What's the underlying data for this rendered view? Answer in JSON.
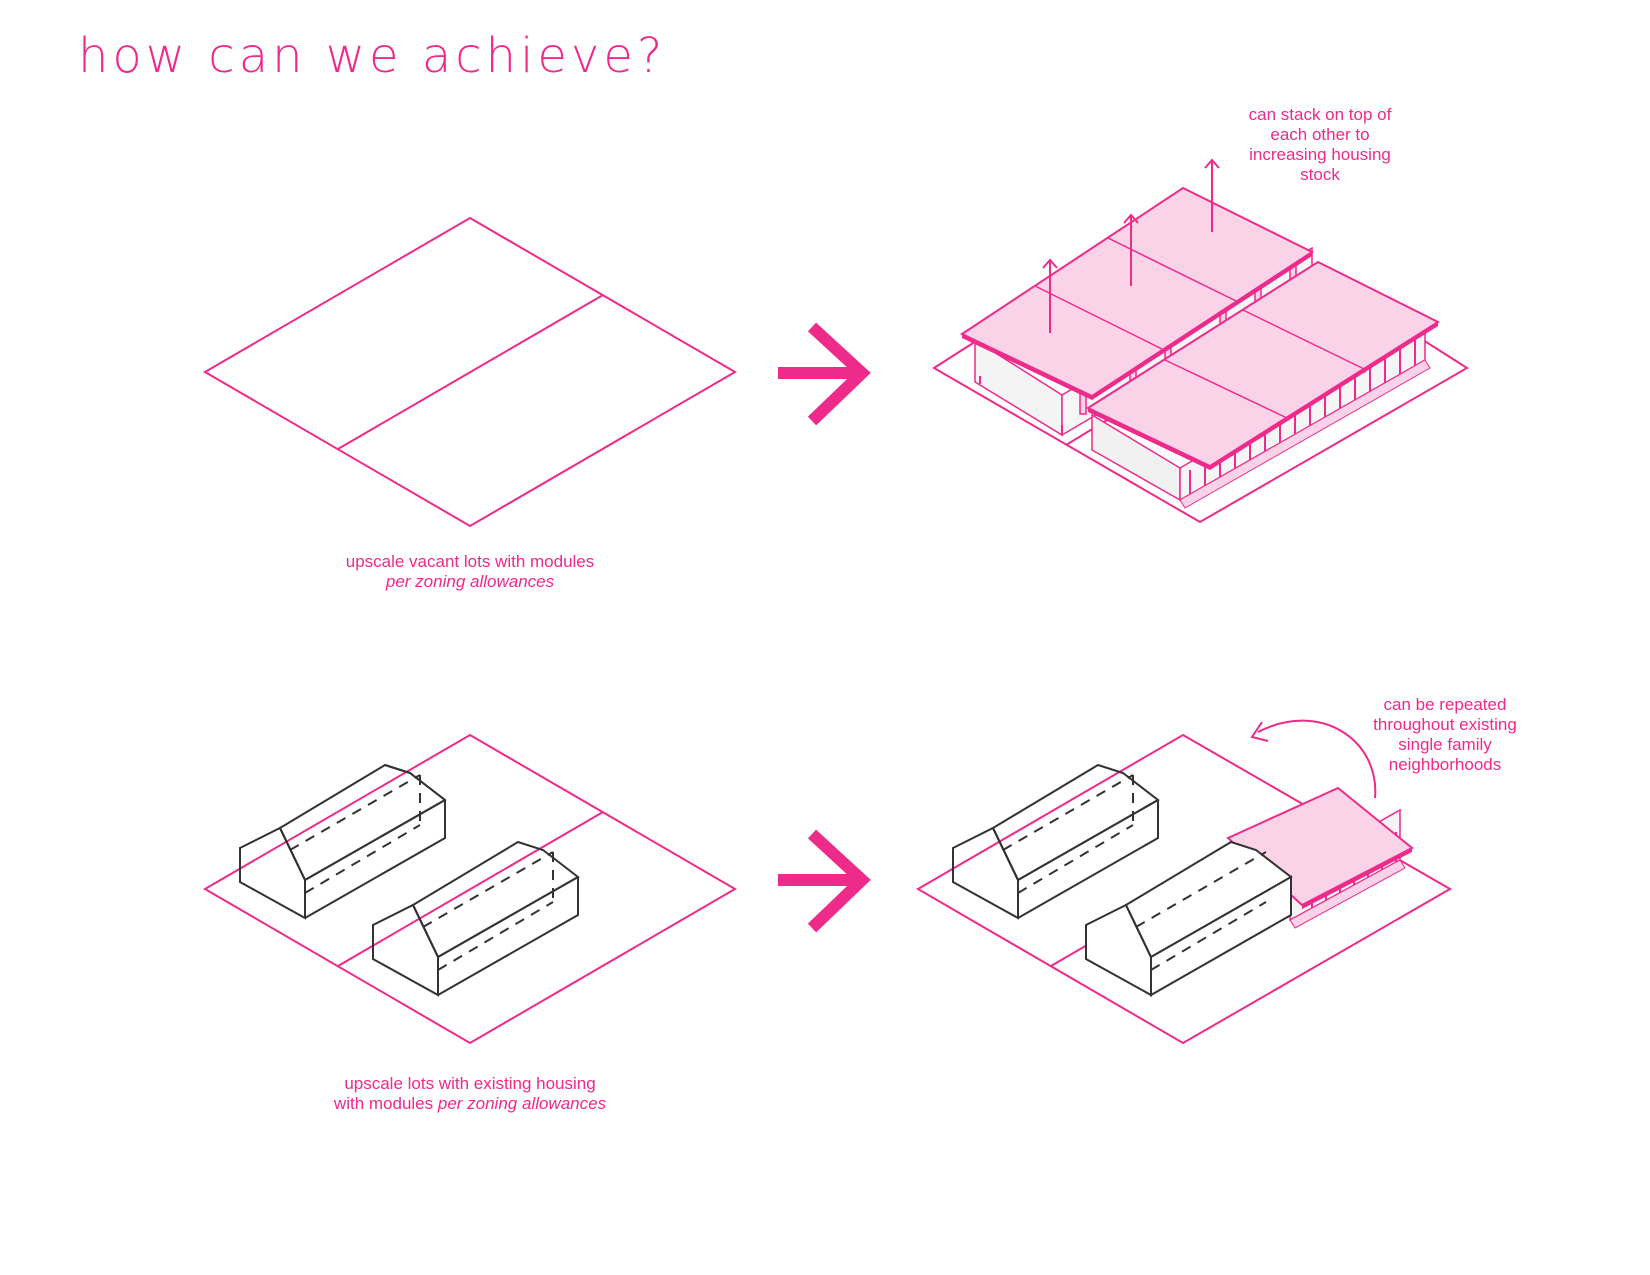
{
  "title": "how can we achieve?",
  "colors": {
    "accent": "#ee2a8a",
    "module_fill": "#fbd3e8",
    "house_stroke": "#333333"
  },
  "top_row": {
    "caption_line1": "upscale vacant lots with modules",
    "caption_line2_italic": "per zoning allowances",
    "note_line1": "can stack on top of",
    "note_line2": "each other to",
    "note_line3": "increasing housing",
    "note_line4": "stock"
  },
  "bottom_row": {
    "caption_line1": "upscale lots with existing housing",
    "caption_line2_plain": "with modules ",
    "caption_line2_italic": "per zoning allowances",
    "note_line1": "can be repeated",
    "note_line2": "throughout existing",
    "note_line3": "single family",
    "note_line4": "neighborhoods"
  },
  "icons": [
    "right-arrow-icon",
    "up-arrow-icon",
    "curved-arrow-icon"
  ]
}
